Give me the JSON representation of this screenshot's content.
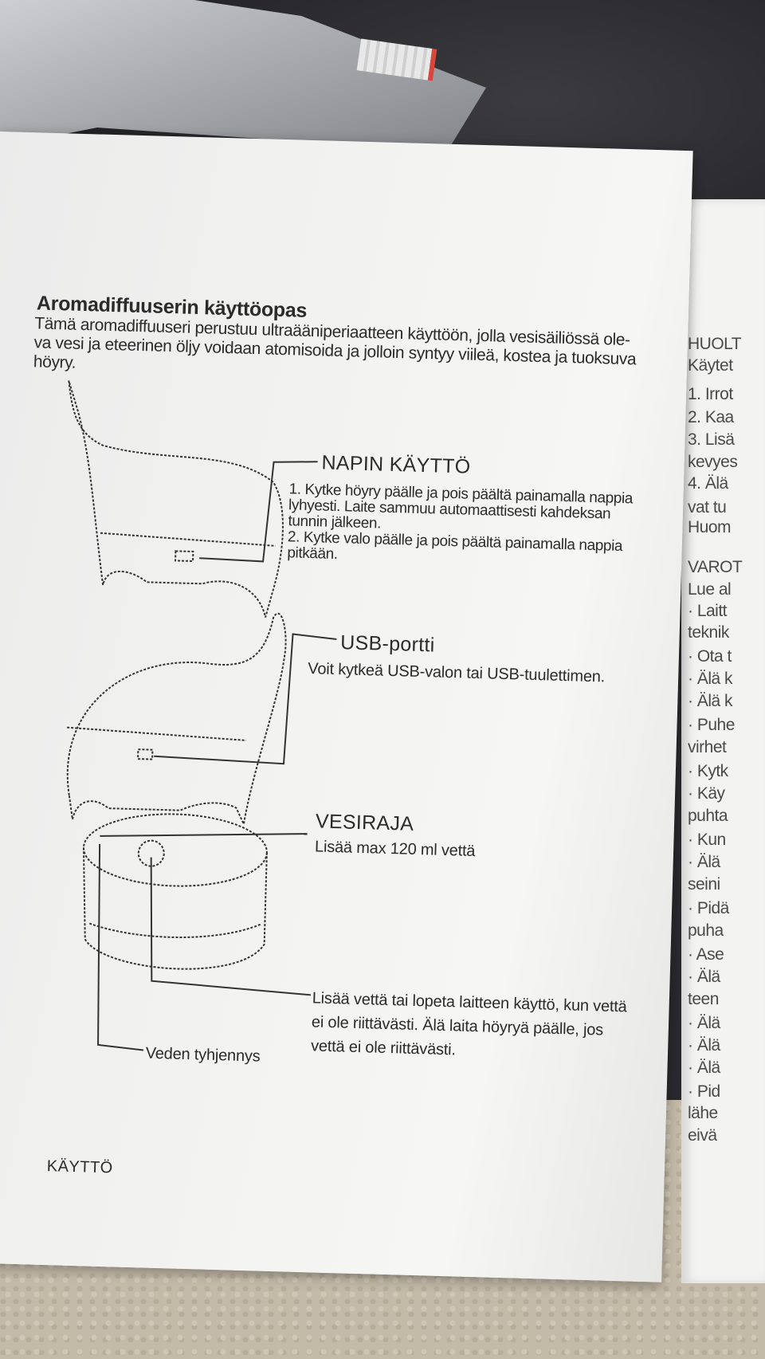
{
  "manual_page": {
    "title": "Aromadiffuuserin käyttöopas",
    "intro_lines": [
      "Tämä aromadiffuuseri perustuu ultraääniperiaatteen käyttöön, jolla vesisäiliössä ole-",
      "va vesi ja eteerinen öljy voidaan atomisoida ja jolloin syntyy viileä, kostea ja tuoksuva",
      "höyry."
    ],
    "button_section": {
      "heading": "NAPIN KÄYTTÖ",
      "lines": [
        "1. Kytke höyry päälle ja pois päältä painamalla nappia",
        "lyhyesti. Laite sammuu automaattisesti kahdeksan",
        "tunnin jälkeen.",
        "2. Kytke valo päälle ja  pois päältä painamalla nappia",
        "pitkään."
      ]
    },
    "usb_section": {
      "heading": "USB-portti",
      "text": "Voit kytkeä USB-valon tai USB-tuulettimen."
    },
    "water_section": {
      "heading": "VESIRAJA",
      "text": "Lisää max 120 ml vettä"
    },
    "water_warning_lines": [
      "Lisää vettä tai lopeta laitteen käyttö, kun vettä",
      "ei ole riittävästi. Älä laita höyryä päälle, jos",
      "vettä ei ole riittävästi."
    ],
    "drain_label": "Veden tyhjennys",
    "footer": "KÄYTTÖ"
  },
  "next_page_fragments": [
    "HUOLT",
    "Käytet",
    "1. Irrot",
    "2. Kaa",
    "3. Lisä",
    "kevyes",
    "4. Älä",
    "vat tu",
    "Huom",
    "VAROT",
    "Lue al",
    "· Laitt",
    "teknik",
    "· Ota t",
    "· Älä k",
    "· Älä k",
    "· Puhe",
    "virhet",
    "· Kytk",
    "· Käy",
    "puhta",
    "· Kun",
    "· Älä",
    "seini",
    "· Pidä",
    "puha",
    "· Ase",
    "· Älä",
    "teen",
    "· Älä",
    "· Älä",
    "· Älä",
    "· Pid",
    "lähe",
    "eivä"
  ],
  "colors": {
    "paper": "#f2f2f0",
    "ink": "#2b2b2b",
    "leather": "#232327",
    "carpet": "#c4baa8",
    "bag_seal": "#d9473a"
  }
}
